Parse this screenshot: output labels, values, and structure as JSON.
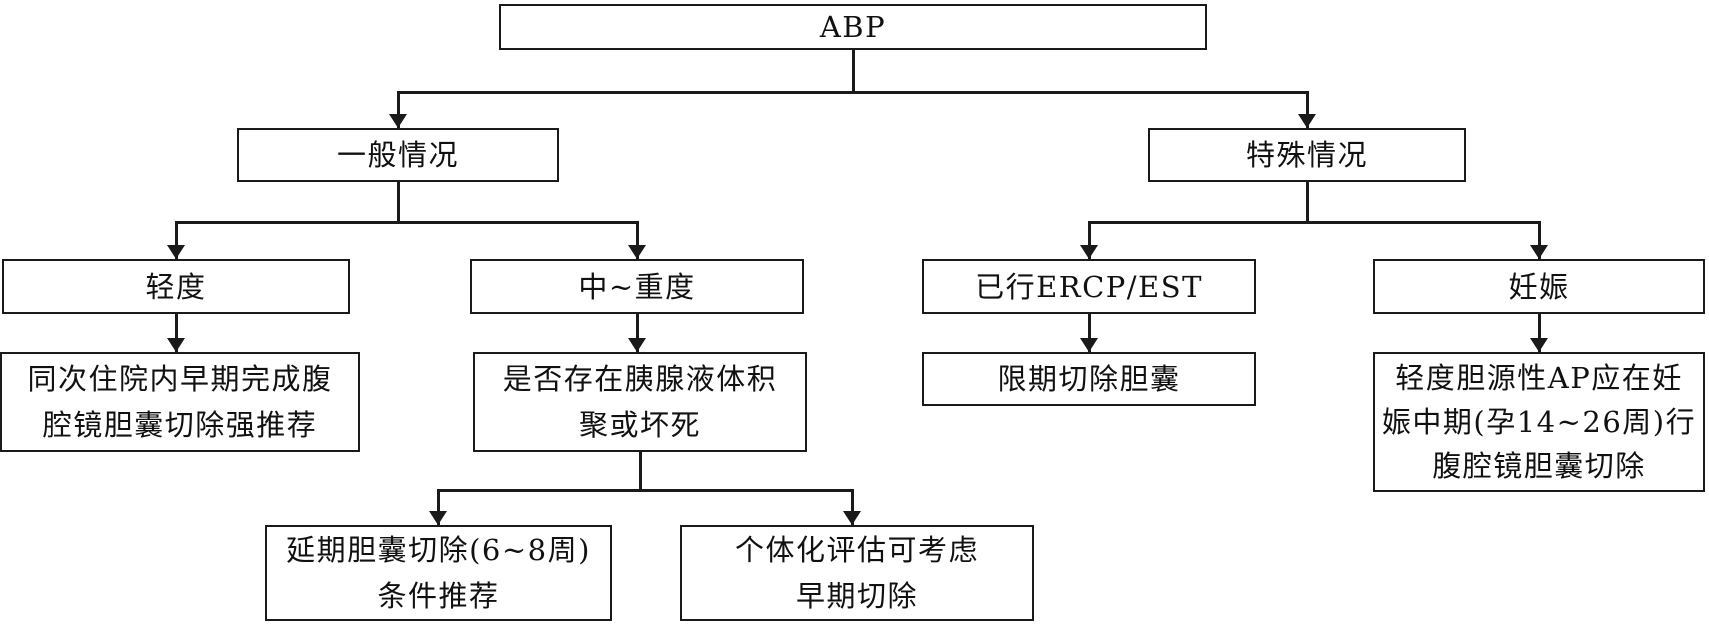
{
  "diagram_type": "flowchart",
  "colors": {
    "line": "#1a1a1a",
    "background": "#ffffff",
    "text": "#111111"
  },
  "nodes": {
    "abp": {
      "lines": [
        "ABP"
      ]
    },
    "general": {
      "lines": [
        "一般情况"
      ]
    },
    "special": {
      "lines": [
        "特殊情况"
      ]
    },
    "mild": {
      "lines": [
        "轻度"
      ]
    },
    "mod_severe": {
      "lines": [
        "中~重度"
      ]
    },
    "ercp_done": {
      "lines": [
        "已行ERCP/EST"
      ]
    },
    "pregnancy": {
      "lines": [
        "妊娠"
      ]
    },
    "mild_detail": {
      "lines": [
        "同次住院内早期完成腹",
        "腔镜胆囊切除强推荐"
      ]
    },
    "fluid_question": {
      "lines": [
        "是否存在胰腺液体积",
        "聚或坏死"
      ]
    },
    "ercp_detail": {
      "lines": [
        "限期切除胆囊"
      ]
    },
    "pregnancy_detail": {
      "lines": [
        "轻度胆源性AP应在妊",
        "娠中期(孕14~26周)行",
        "腹腔镜胆囊切除"
      ]
    },
    "delayed": {
      "lines": [
        "延期胆囊切除(6~8周)",
        "条件推荐"
      ]
    },
    "individualized": {
      "lines": [
        "个体化评估可考虑",
        "早期切除"
      ]
    }
  }
}
